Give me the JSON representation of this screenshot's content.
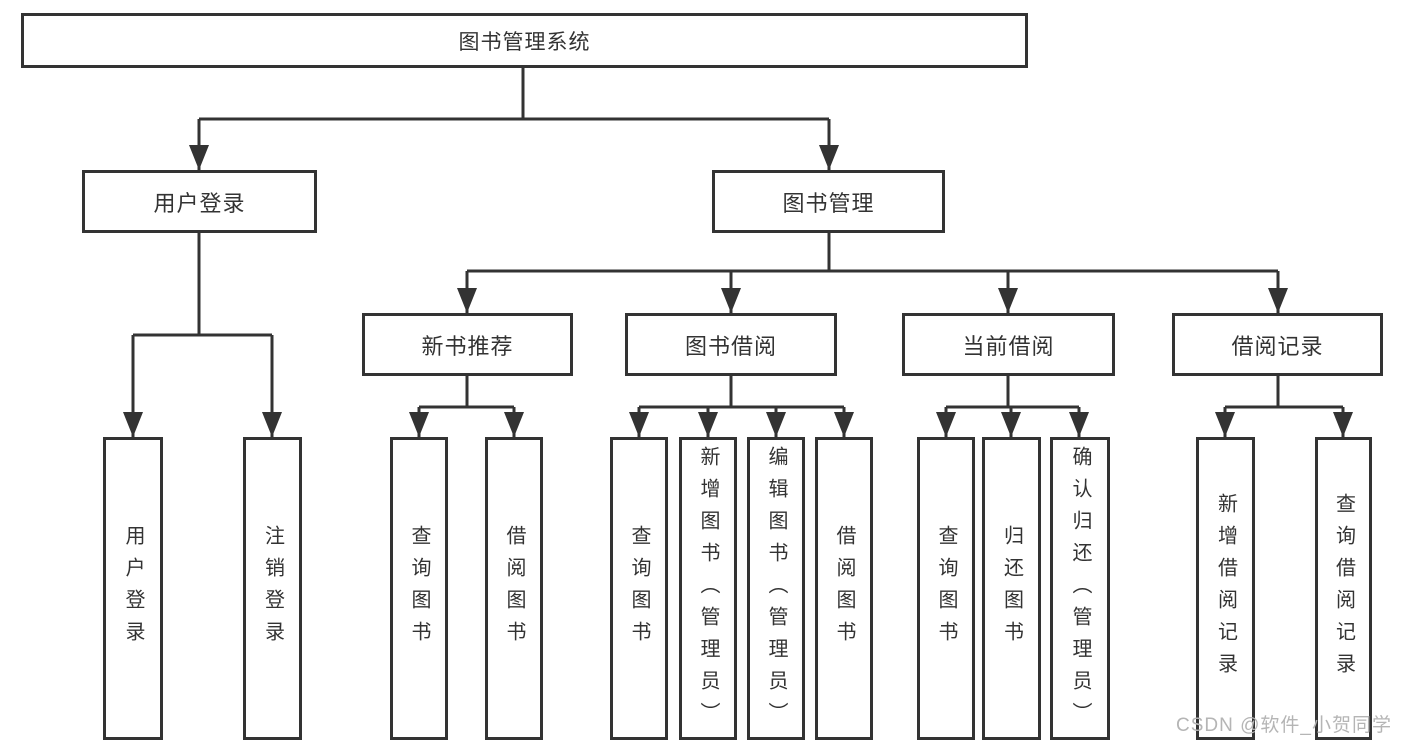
{
  "diagram_title": "图书管理系统",
  "tree": {
    "label": "图书管理系统",
    "children": [
      {
        "label": "用户登录",
        "children": [
          {
            "label": "用户登录"
          },
          {
            "label": "注销登录"
          }
        ]
      },
      {
        "label": "图书管理",
        "children": [
          {
            "label": "新书推荐",
            "children": [
              {
                "label": "查询图书"
              },
              {
                "label": "借阅图书"
              }
            ]
          },
          {
            "label": "图书借阅",
            "children": [
              {
                "label": "查询图书"
              },
              {
                "label": "新增图书（管理员）"
              },
              {
                "label": "编辑图书（管理员）"
              },
              {
                "label": "借阅图书"
              }
            ]
          },
          {
            "label": "当前借阅",
            "children": [
              {
                "label": "查询图书"
              },
              {
                "label": "归还图书"
              },
              {
                "label": "确认归还（管理员）"
              }
            ]
          },
          {
            "label": "借阅记录",
            "children": [
              {
                "label": "新增借阅记录"
              },
              {
                "label": "查询借阅记录"
              }
            ]
          }
        ]
      }
    ]
  },
  "watermark": {
    "text": "CSDN @软件_小贺同学"
  },
  "colors": {
    "line": "#333333",
    "box_border": "#333333",
    "text": "#333333",
    "watermark": "#b5b5b5",
    "background": "#ffffff"
  }
}
